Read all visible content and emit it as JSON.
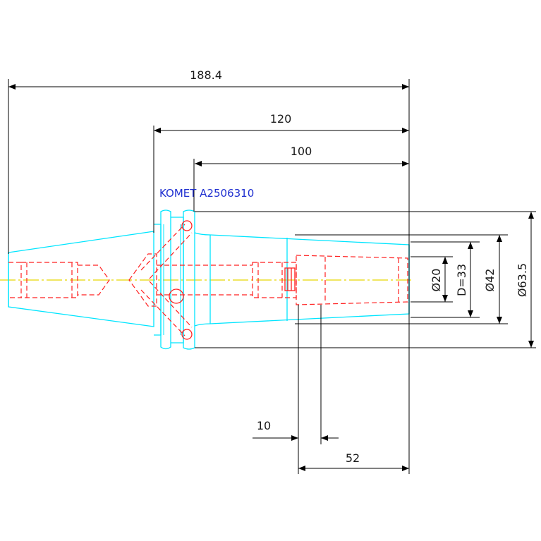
{
  "label": "KOMET A2506310",
  "dimensions": {
    "overall_length": "188.4",
    "length_120": "120",
    "length_100": "100",
    "length_52": "52",
    "length_10": "10",
    "dia_20": "Ø20",
    "d_33": "D=33",
    "dia_42": "Ø42",
    "dia_63_5": "Ø63.5"
  },
  "colors": {
    "outline": "#00e5ff",
    "hidden": "#ff2020",
    "centerline": "#e6d800",
    "dimension": "#000000",
    "label": "#1f2fd0"
  }
}
